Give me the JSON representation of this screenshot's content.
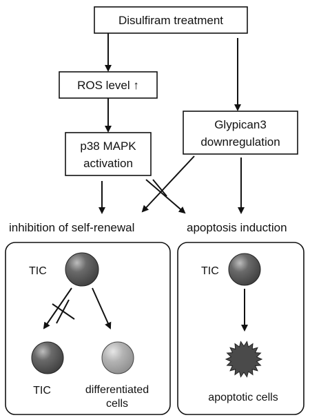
{
  "nodes": {
    "treatment": "Disulfiram treatment",
    "ros": "ROS level ↑",
    "p38_line1": "p38 MAPK",
    "p38_line2": "activation",
    "glypican_line1": "Glypican3",
    "glypican_line2": "downregulation"
  },
  "outcomes": {
    "self_renewal": "inhibition of self-renewal",
    "apoptosis": "apoptosis induction"
  },
  "left_panel": {
    "tic_label": "TIC",
    "tic_child_label": "TIC",
    "diff_line1": "differentiated",
    "diff_line2": "cells"
  },
  "right_panel": {
    "tic_label": "TIC",
    "apoptotic_label": "apoptotic cells"
  },
  "colors": {
    "cell_dark": "#555555",
    "cell_light": "#a6a6a6",
    "line": "#111111"
  }
}
